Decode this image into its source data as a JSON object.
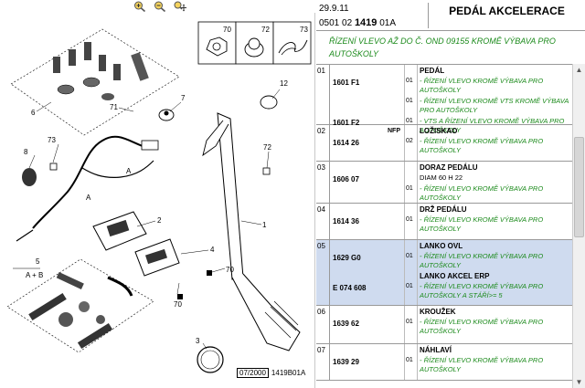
{
  "toolbar": {
    "icons": [
      "zoom-in-icon",
      "zoom-out-icon",
      "pan-icon"
    ]
  },
  "diagram": {
    "callouts": {
      "c1": "1",
      "c2": "2",
      "c3": "3",
      "c4": "4",
      "c5": "5",
      "c6": "6",
      "c7": "7",
      "c8": "8",
      "c12": "12",
      "c70a": "70",
      "c70b": "70",
      "c70c": "70",
      "c71": "71",
      "c72a": "72",
      "c72b": "72",
      "c73a": "73",
      "c73b": "73",
      "cA1": "A",
      "cA2": "A",
      "cAB": "A + B"
    },
    "ref_date": "07/2000",
    "ref_code": "1419B01A"
  },
  "header": {
    "date": "29.9.11",
    "code_prefix": "0501 02 ",
    "code_bold": "1419",
    "code_suffix": " 01A",
    "title": "PEDÁL AKCELERACE"
  },
  "note": "ŘÍZENÍ VLEVO AŽ DO Č. OND 09155 KROMĚ VÝBAVA PRO AUTOŠKOLY",
  "positions": [
    {
      "num": "01",
      "lines": [
        {
          "ref": "",
          "qty": "",
          "name": "PEDÁL",
          "desc": ""
        },
        {
          "ref": "1601 F1",
          "qty": "01",
          "name": "",
          "desc": "- ŘÍZENÍ VLEVO KROMĚ VÝBAVA PRO AUTOŠKOLY"
        },
        {
          "ref": "",
          "qty": "01",
          "name": "",
          "desc": "- ŘÍZENÍ VLEVO KROMĚ VTS KROMĚ VÝBAVA PRO AUTOŠKOLY"
        },
        {
          "ref": "1601 F2",
          "nfp": "NFP",
          "qty": "01",
          "name": "",
          "desc": "- VTS A ŘÍZENÍ VLEVO KROMĚ VÝBAVA PRO AUTOŠKOLY"
        }
      ]
    },
    {
      "num": "02",
      "lines": [
        {
          "ref": "",
          "qty": "",
          "name": "LOŽISKAO",
          "desc": ""
        },
        {
          "ref": "1614 26",
          "qty": "02",
          "name": "",
          "desc": "- ŘÍZENÍ VLEVO KROMĚ VÝBAVA PRO AUTOŠKOLY"
        }
      ]
    },
    {
      "num": "03",
      "lines": [
        {
          "ref": "",
          "qty": "",
          "name": "DORAZ PEDÁLU",
          "desc": ""
        },
        {
          "ref": "1606 07",
          "qty": "",
          "name": "",
          "desc": "DIAM 60 H 22",
          "plain": true
        },
        {
          "ref": "",
          "qty": "01",
          "name": "",
          "desc": "- ŘÍZENÍ VLEVO KROMĚ VÝBAVA PRO AUTOŠKOLY"
        }
      ]
    },
    {
      "num": "04",
      "lines": [
        {
          "ref": "",
          "qty": "",
          "name": "DRŽ PEDÁLU",
          "desc": ""
        },
        {
          "ref": "1614 36",
          "qty": "01",
          "name": "",
          "desc": "- ŘÍZENÍ VLEVO KROMĚ VÝBAVA PRO AUTOŠKOLY"
        }
      ]
    },
    {
      "num": "05",
      "lines": [
        {
          "ref": "",
          "qty": "",
          "name": "LANKO OVL",
          "desc": ""
        },
        {
          "ref": "1629 G0",
          "qty": "01",
          "name": "",
          "desc": "- ŘÍZENÍ VLEVO KROMĚ VÝBAVA PRO AUTOŠKOLY"
        },
        {
          "ref": "",
          "qty": "",
          "name": "LANKO AKCEL ERP",
          "desc": ""
        },
        {
          "ref": "E 074 608",
          "qty": "01",
          "name": "",
          "desc": "- ŘÍZENÍ VLEVO KROMĚ VÝBAVA PRO AUTOŠKOLY A STÁŘÍ>= 5"
        }
      ]
    },
    {
      "num": "06",
      "lines": [
        {
          "ref": "",
          "qty": "",
          "name": "KROUŽEK",
          "desc": ""
        },
        {
          "ref": "1639 62",
          "qty": "01",
          "name": "",
          "desc": "- ŘÍZENÍ VLEVO KROMĚ VÝBAVA PRO AUTOŠKOLY"
        }
      ]
    },
    {
      "num": "07",
      "lines": [
        {
          "ref": "",
          "qty": "",
          "name": "NÁHLAVÍ",
          "desc": ""
        },
        {
          "ref": "1639 29",
          "qty": "01",
          "name": "",
          "desc": "- ŘÍZENÍ VLEVO KROMĚ VÝBAVA PRO AUTOŠKOLY"
        }
      ]
    }
  ],
  "colors": {
    "note_green": "#1b8a1b",
    "selected_row": "#cfdbef"
  }
}
